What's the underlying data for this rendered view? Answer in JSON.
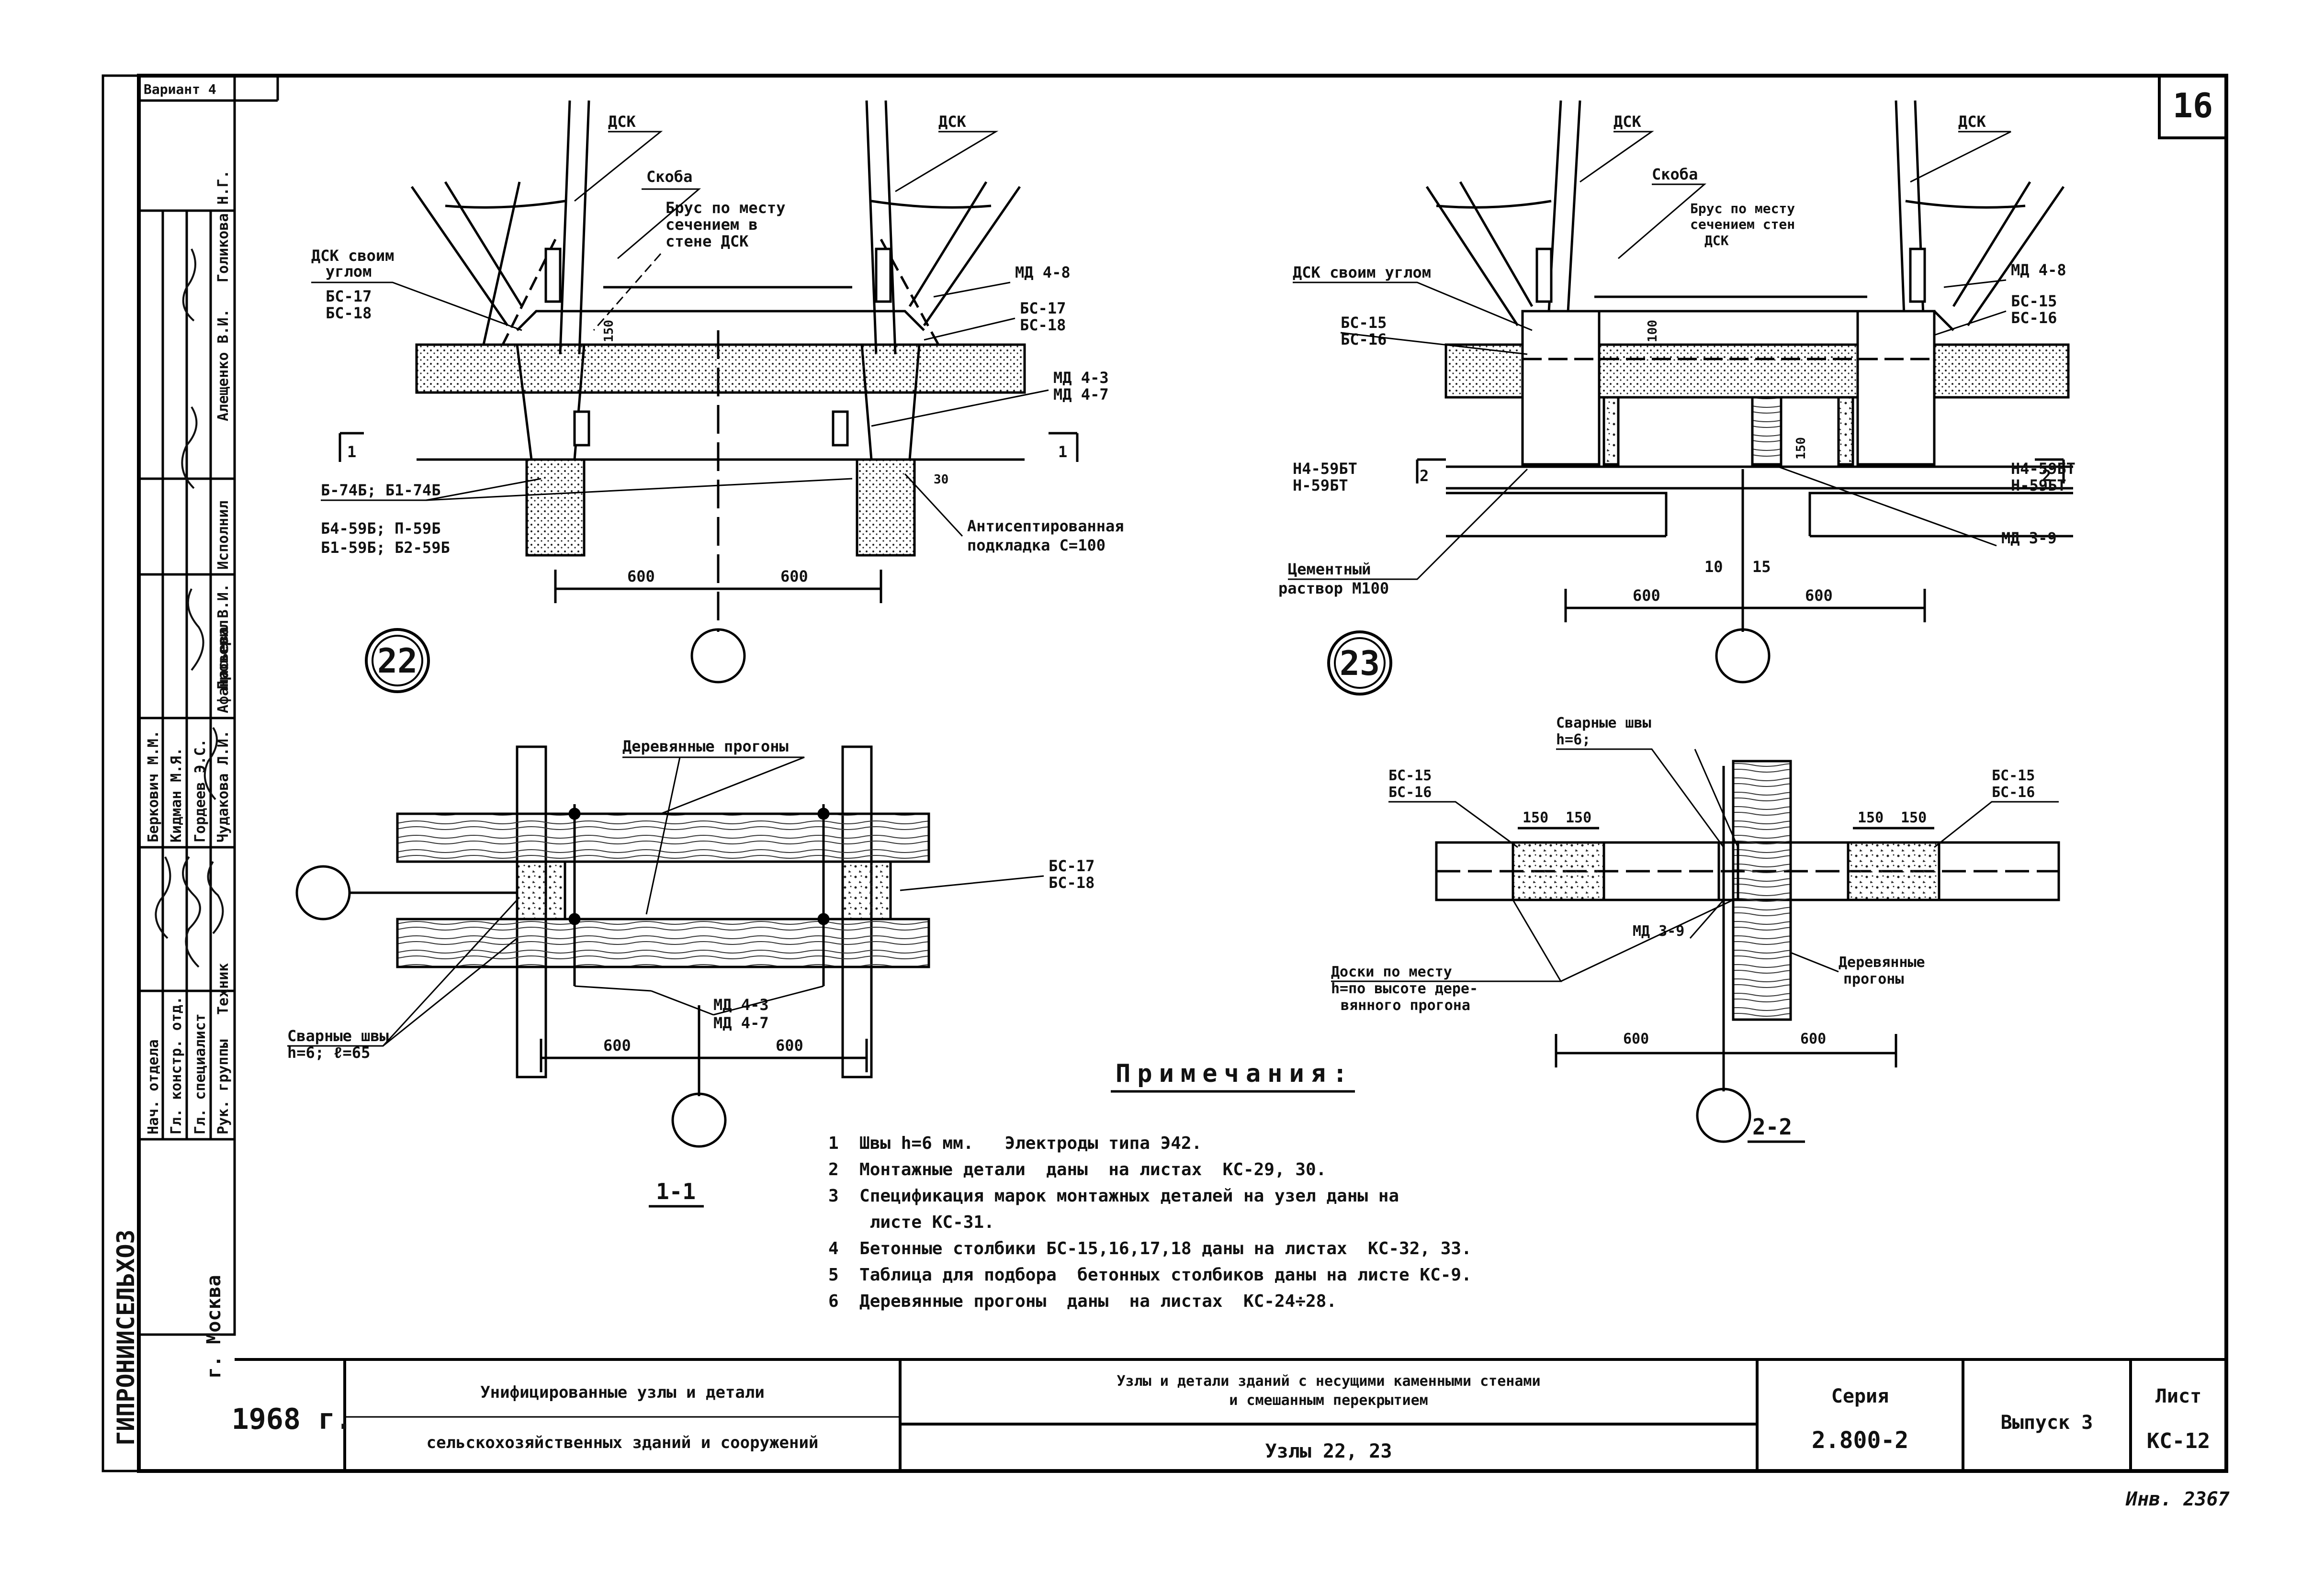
{
  "sheet_number": "16",
  "margin": {
    "format_stamp": "Вариант 4",
    "institute": "ГИПРОНИИСЕЛЬХОЗ",
    "city": "г. Москва",
    "roles": [
      "Нач. отдела",
      "Гл. констр. отд.",
      "Гл. специалист",
      "Рук. группы",
      "Техник"
    ],
    "names": [
      "Беркович М.М.",
      "Кидман М.Я.",
      "Гордеев Э.С.",
      "Чудакова Л.И.",
      "Афанасьева В.И."
    ],
    "top_names": [
      "Алещенко В.И.",
      "Голикова Н.Г."
    ],
    "side_labels": [
      "Проверил",
      "Исполнил"
    ]
  },
  "node22": {
    "circle_label": "22",
    "labels": {
      "dsk_left": "ДСК",
      "dsk_right": "ДСК",
      "skoba": "Скоба",
      "brus": [
        "Брус по месту",
        "сечением в",
        "стене ДСК"
      ],
      "dsk_ugol": [
        "ДСК своим",
        "углом"
      ],
      "bs_left": [
        "БС-17",
        "БС-18"
      ],
      "bs_right": [
        "БС-17",
        "БС-18"
      ],
      "md_top": "МД 4-8",
      "md_mid": [
        "МД 4-3",
        "МД 4-7"
      ],
      "dim_150": "150",
      "dim_30": "30",
      "section_left": "1",
      "section_right": "1",
      "beams": [
        "Б-74Б; Б1-74Б",
        "Б4-59Б; П-59Б",
        "Б1-59Б; Б2-59Б"
      ],
      "antiseptic": [
        "Антисептированная",
        "подкладка С=100"
      ],
      "dims": [
        "600",
        "600"
      ]
    }
  },
  "node23": {
    "circle_label": "23",
    "labels": {
      "dsk_left": "ДСК",
      "dsk_right": "ДСК",
      "skoba": "Скоба",
      "brus": [
        "Брус по месту",
        "сечением стен",
        "ДСК"
      ],
      "dsk_ugol": "ДСК своим углом",
      "bs_left": [
        "БС-15",
        "БС-16"
      ],
      "md_top": "МД 4-8",
      "bs_right": [
        "БС-15",
        "БС-16"
      ],
      "dim_100": "100",
      "section_left": "2",
      "section_right": "2",
      "beams_left": [
        "Н4-59БТ",
        "Н-59БТ"
      ],
      "beams_right": [
        "Н4-59БТ",
        "Н-59БТ"
      ],
      "dim_150": "150",
      "mortar": [
        "Цементный",
        "раствор М100"
      ],
      "gap": "10",
      "gap2": "15",
      "md_low": "МД 3-9",
      "dims": [
        "600",
        "600"
      ]
    }
  },
  "section11": {
    "title": "1-1",
    "purlins": "Деревянные прогоны",
    "bs": [
      "БС-17",
      "БС-18"
    ],
    "md": [
      "МД 4-3",
      "МД 4-7"
    ],
    "weld": [
      "Сварные швы",
      "h=6; ℓ=65"
    ],
    "dims": [
      "600",
      "600"
    ]
  },
  "section22": {
    "title": "2-2",
    "weld": [
      "Сварные швы",
      "h=6;"
    ],
    "bs_left": [
      "БС-15",
      "БС-16"
    ],
    "bs_right": [
      "БС-15",
      "БС-16"
    ],
    "d150": [
      "150",
      "150",
      "150",
      "150"
    ],
    "md": "МД 3-9",
    "boards": [
      "Доски по месту",
      "h=по высоте дере-",
      "вянного прогона"
    ],
    "purlins": [
      "Деревянные",
      "прогоны"
    ],
    "dims": [
      "600",
      "600"
    ]
  },
  "notes": {
    "title": "Примечания:",
    "items": [
      "1  Швы h=6 мм.   Электроды типа Э42.",
      "2  Монтажные детали  даны  на листах  КС-29, 30.",
      "3  Спецификация марок монтажных деталей на узел даны на",
      "    листе КС-31.",
      "4  Бетонные столбики БС-15,16,17,18 даны на листах  КС-32, 33.",
      "5  Таблица для подбора  бетонных столбиков даны на листе КС-9.",
      "6  Деревянные прогоны  даны  на листах  КС-24÷28."
    ]
  },
  "title_block": {
    "year": "1968 г.",
    "left": [
      "Унифицированные узлы и детали",
      "сельскохозяйственных зданий и сооружений"
    ],
    "middle": [
      "Узлы и детали зданий с несущими каменными стенами",
      "и смешанным перекрытием"
    ],
    "nodes": "Узлы 22, 23",
    "series_label": "Серия",
    "series": "2.800-2",
    "issue": "Выпуск 3",
    "sheet_label": "Лист",
    "sheet": "КС-12"
  },
  "inventory": "Инв. 2367"
}
